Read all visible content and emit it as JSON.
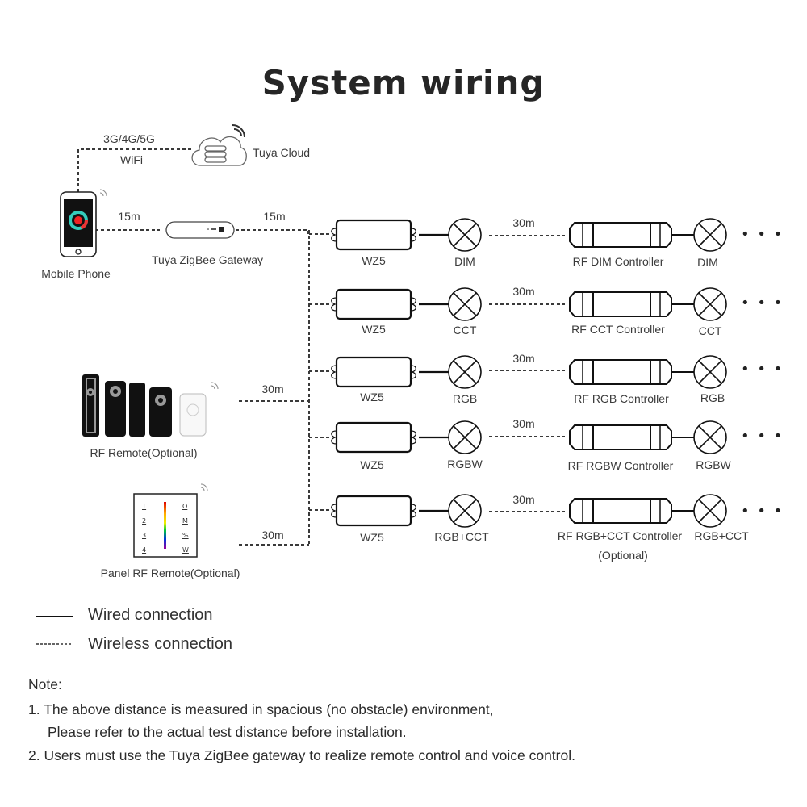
{
  "title": "System wiring",
  "cloud": {
    "network_label_line1": "3G/4G/5G",
    "network_label_line2": "WiFi",
    "label": "Tuya Cloud"
  },
  "phone": {
    "label": "Mobile Phone",
    "distance_to_gateway": "15m"
  },
  "gateway": {
    "label": "Tuya ZigBee Gateway",
    "distance_to_wz5": "15m"
  },
  "rf_remote": {
    "label": "RF Remote(Optional)",
    "distance": "30m"
  },
  "panel_remote": {
    "label": "Panel RF Remote(Optional)",
    "distance": "30m",
    "left_keys": [
      "1",
      "2",
      "3",
      "4"
    ],
    "right_keys": [
      "O",
      "M",
      "%",
      "W"
    ]
  },
  "rows": [
    {
      "module": "WZ5",
      "light": "DIM",
      "distance": "30m",
      "controller": "RF DIM Controller",
      "controller_note": "",
      "end_light": "DIM",
      "more": "• • •"
    },
    {
      "module": "WZ5",
      "light": "CCT",
      "distance": "30m",
      "controller": "RF CCT Controller",
      "controller_note": "",
      "end_light": "CCT",
      "more": "• • •"
    },
    {
      "module": "WZ5",
      "light": "RGB",
      "distance": "30m",
      "controller": "RF RGB Controller",
      "controller_note": "",
      "end_light": "RGB",
      "more": "• • •"
    },
    {
      "module": "WZ5",
      "light": "RGBW",
      "distance": "30m",
      "controller": "RF RGBW Controller",
      "controller_note": "",
      "end_light": "RGBW",
      "more": "• • •"
    },
    {
      "module": "WZ5",
      "light": "RGB+CCT",
      "distance": "30m",
      "controller": "RF RGB+CCT Controller",
      "controller_note": "(Optional)",
      "end_light": "RGB+CCT",
      "more": "• • •"
    }
  ],
  "legend": {
    "wired": "Wired connection",
    "wireless": "Wireless connection"
  },
  "notes": {
    "heading": "Note:",
    "items": [
      "1. The above distance is measured in spacious (no obstacle) environment,",
      "Please refer to the actual test distance before installation.",
      "2. Users must use the Tuya ZigBee gateway to realize remote control and voice control."
    ]
  }
}
